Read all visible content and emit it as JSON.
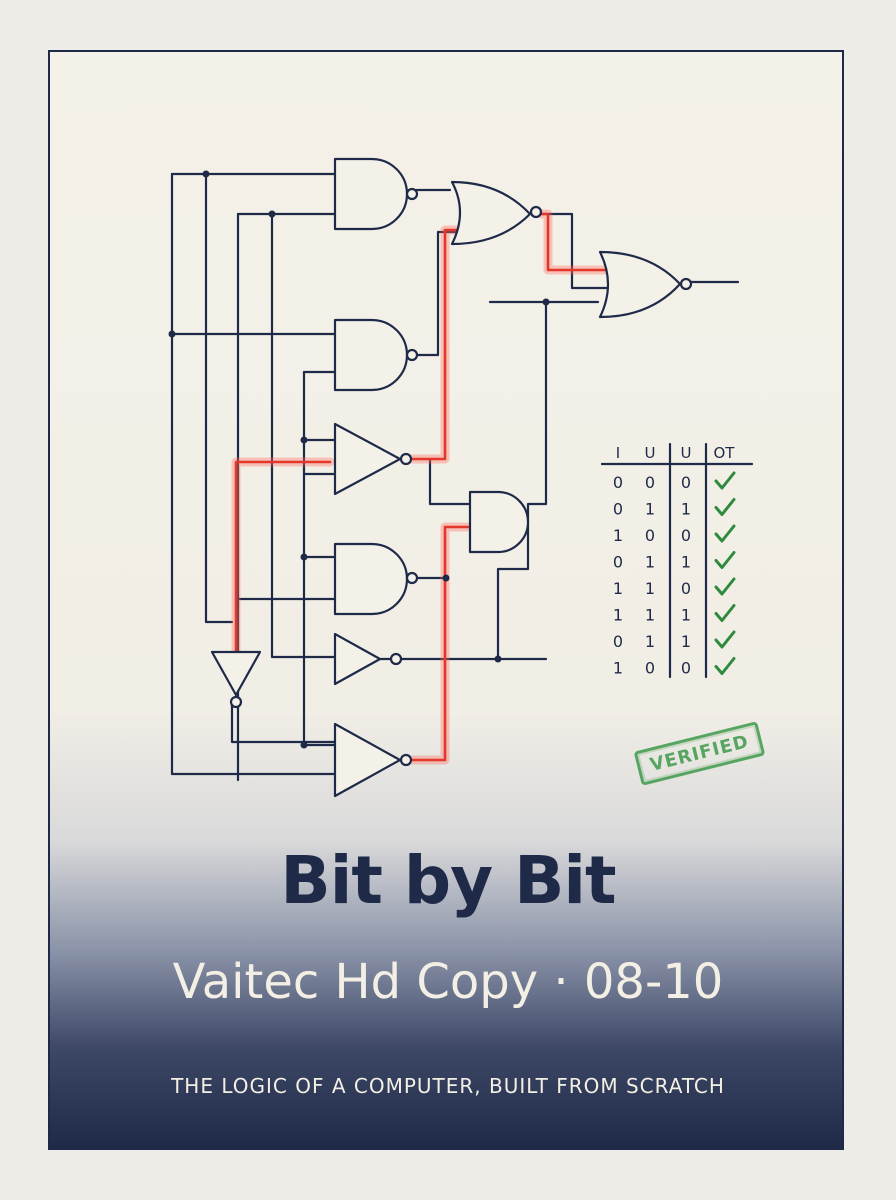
{
  "cover": {
    "title": "Bit by Bit",
    "subtitle": "Vaitec Hd Copy · 08-10",
    "tagline": "THE LOGIC OF A COMPUTER, BUILT FROM SCRATCH",
    "stamp": "VERIFIED"
  },
  "truth_table": {
    "headers": [
      "I",
      "U",
      "U",
      "OT"
    ],
    "rows": [
      [
        "0",
        "0",
        "0"
      ],
      [
        "0",
        "1",
        "1"
      ],
      [
        "1",
        "0",
        "0"
      ],
      [
        "0",
        "1",
        "1"
      ],
      [
        "1",
        "1",
        "0"
      ],
      [
        "1",
        "1",
        "1"
      ],
      [
        "0",
        "1",
        "1"
      ],
      [
        "1",
        "0",
        "0"
      ]
    ],
    "check_icon": "check-icon"
  },
  "colors": {
    "ink": "#1f2a48",
    "highlight": "#e5362a",
    "stamp": "#3f9a4c",
    "check": "#2e8b3e"
  }
}
